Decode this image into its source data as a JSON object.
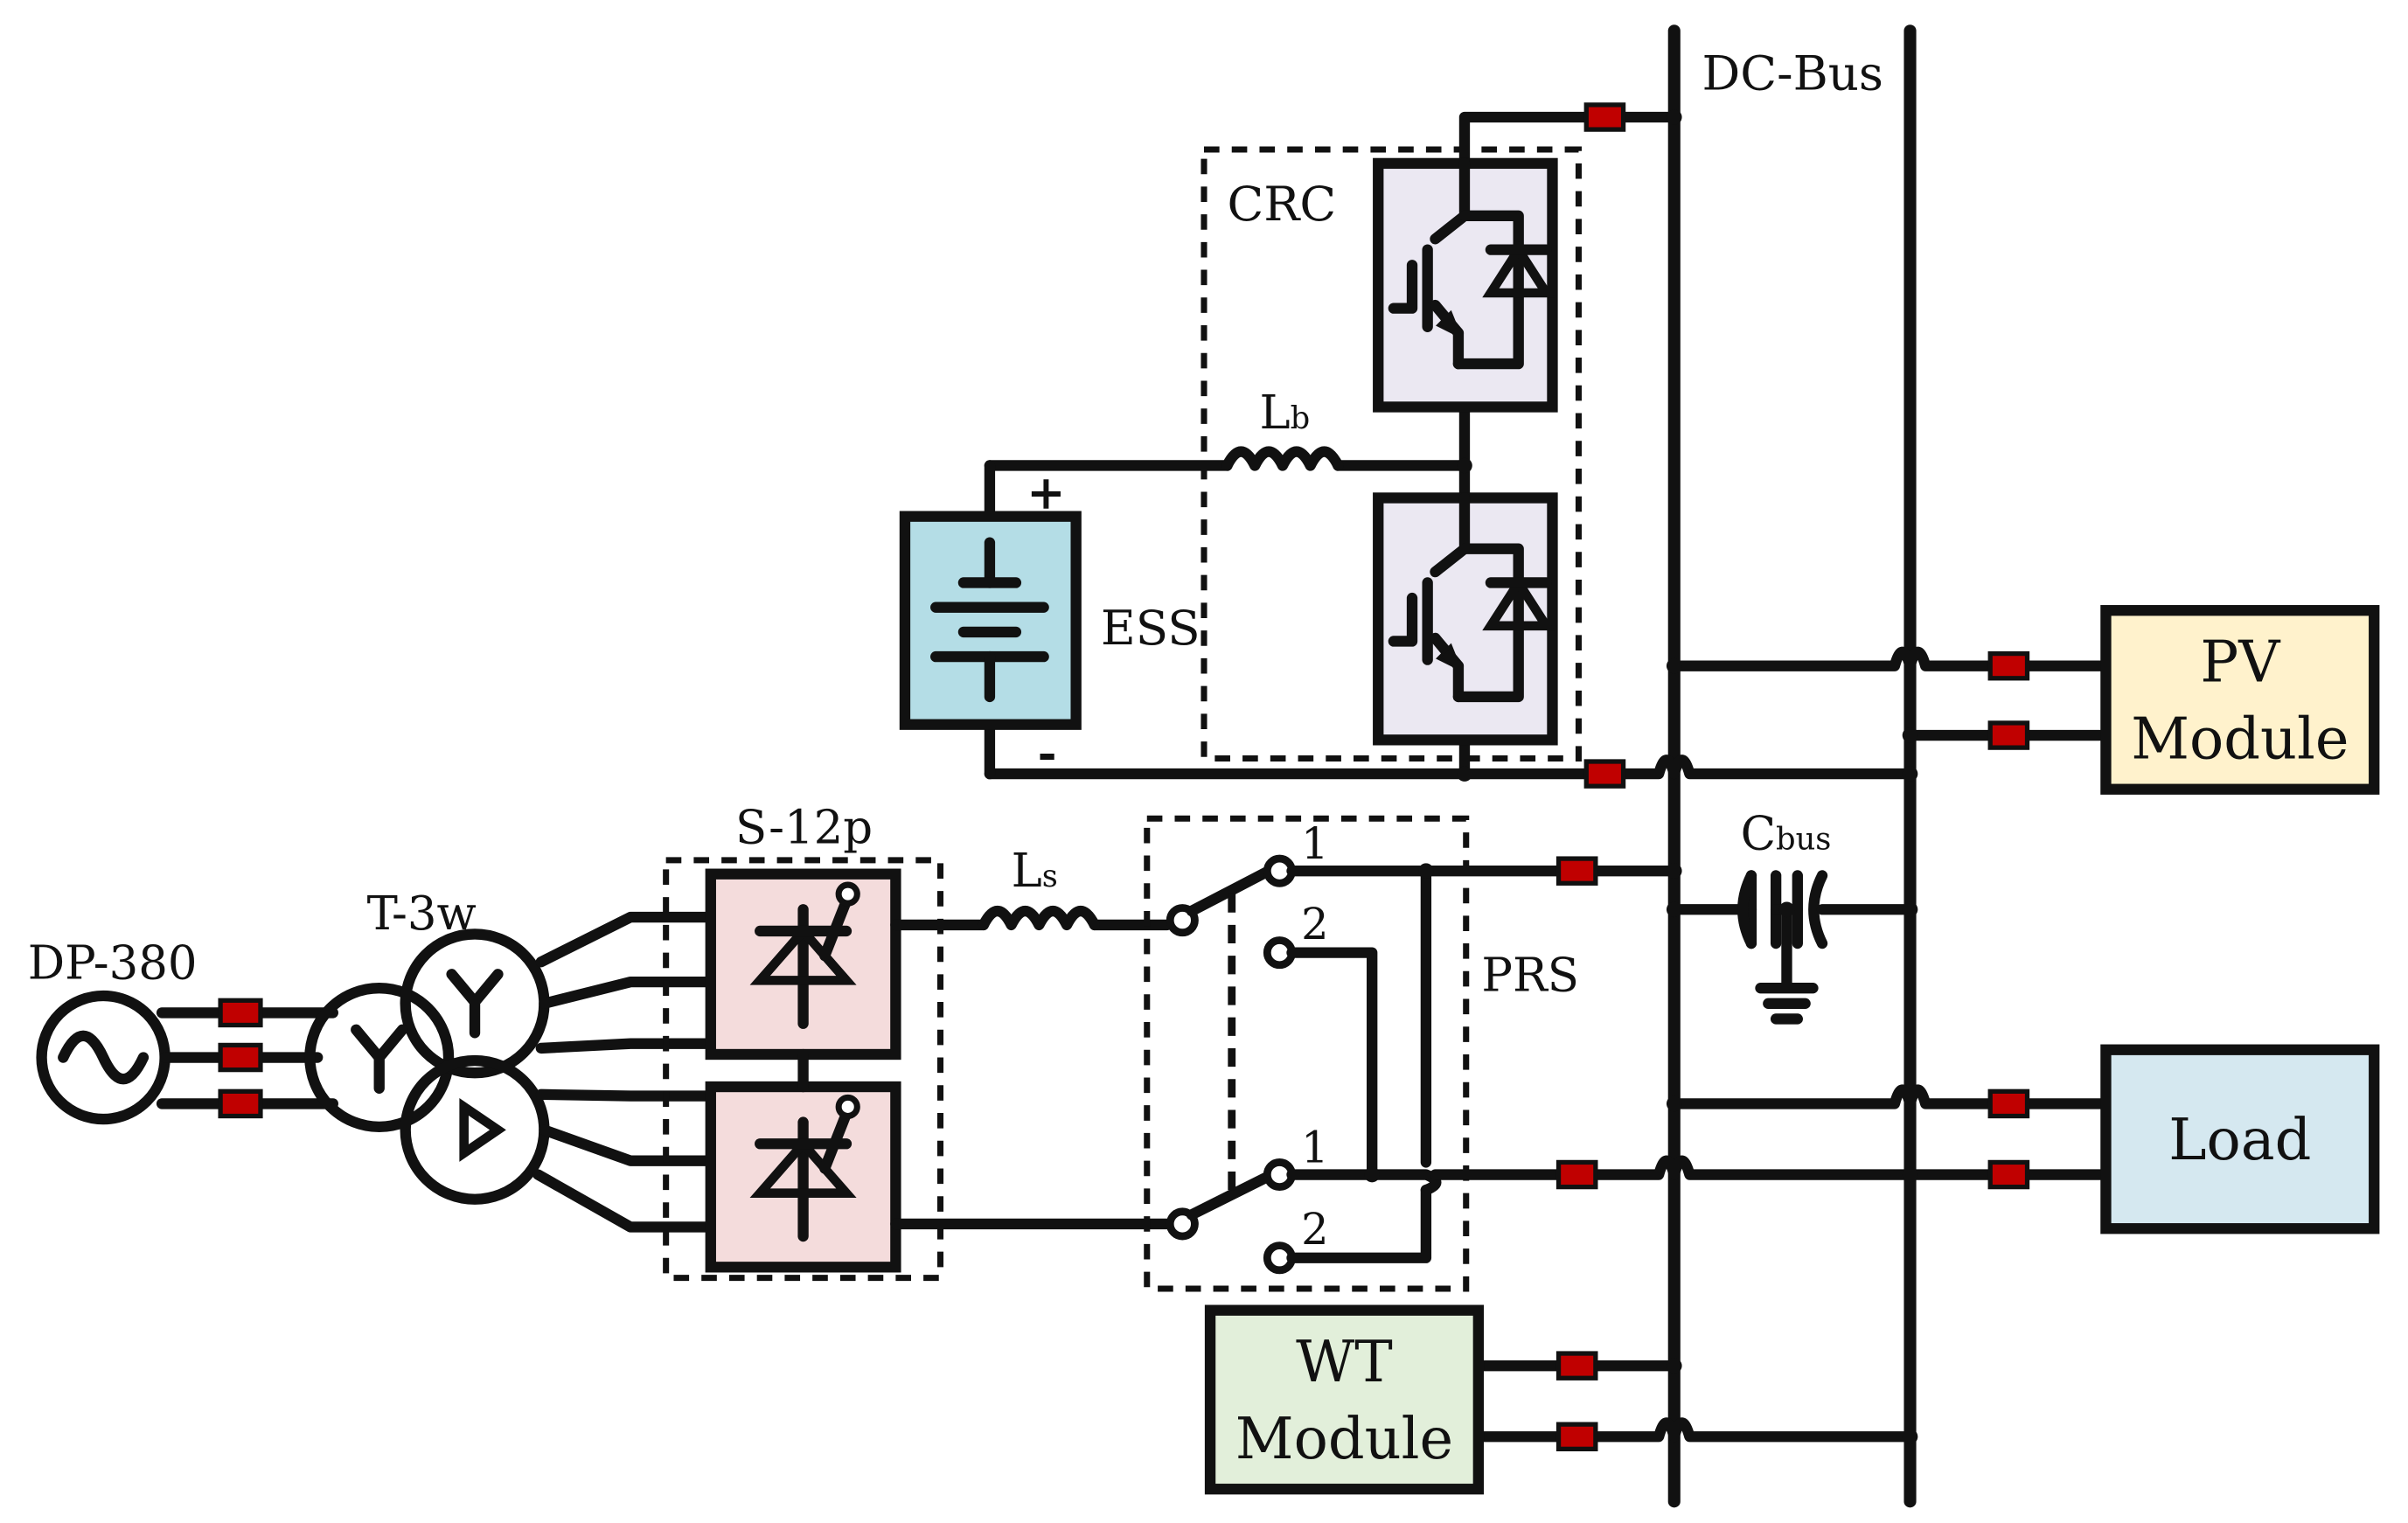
{
  "colors": {
    "pv_fill": "#fff2cc",
    "load_fill": "#d5e8f0",
    "wt_fill": "#e2efda",
    "ess_fill": "#b4dde6",
    "crc_fill": "#ebe8f2",
    "s12p_fill": "#f4dcdc",
    "fuse_fill": "#c00000",
    "line": "#111111"
  },
  "labels": {
    "dc_bus": "DC-Bus",
    "crc": "CRC",
    "lb_main": "L",
    "lb_sub": "b",
    "ess": "ESS",
    "plus": "+",
    "minus": "-",
    "s12p": "S-12p",
    "ls_main": "L",
    "ls_sub": "s",
    "t3w": "T-3w",
    "dp380": "DP-380",
    "prs": "PRS",
    "cbus_main": "C",
    "cbus_sub": "bus",
    "sw_top_1": "1",
    "sw_top_2": "2",
    "sw_bot_1": "1",
    "sw_bot_2": "2"
  },
  "modules": {
    "pv_line1": "PV",
    "pv_line2": "Module",
    "load": "Load",
    "wt_line1": "WT",
    "wt_line2": "Module"
  },
  "icons": {
    "ac_source": "ac-source-icon",
    "transformer": "three-winding-transformer-icon",
    "thyristor": "thyristor-icon",
    "igbt": "igbt-with-diode-icon",
    "battery": "battery-icon",
    "inductor": "inductor-icon",
    "capacitor": "capacitor-icon",
    "ground": "ground-icon",
    "fuse": "fuse-icon",
    "switch": "switch-icon"
  }
}
